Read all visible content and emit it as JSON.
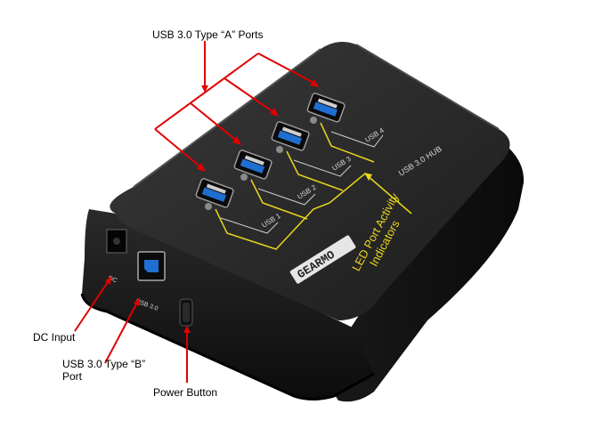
{
  "callouts": {
    "usb_a_ports": "USB 3.0 Type “A” Ports",
    "dc_input": "DC Input",
    "usb_b_port": "USB 3.0 Type “B” Port",
    "power_button": "Power Button",
    "led_indicators_line1": "LED Port Activity",
    "led_indicators_line2": "Indicators"
  },
  "device": {
    "brand": "GEARMO",
    "model_label": "USB 3.0 HUB",
    "port_labels": [
      "USB 1",
      "USB 2",
      "USB 3",
      "USB 4"
    ],
    "dc_label": "DC",
    "usb_b_label": "USB 3.0"
  },
  "colors": {
    "callout_red": "#e00000",
    "led_callout_yellow": "#e8d51e",
    "usb3_blue": "#1f6fd1",
    "body_dark": "#1e1e1e"
  }
}
